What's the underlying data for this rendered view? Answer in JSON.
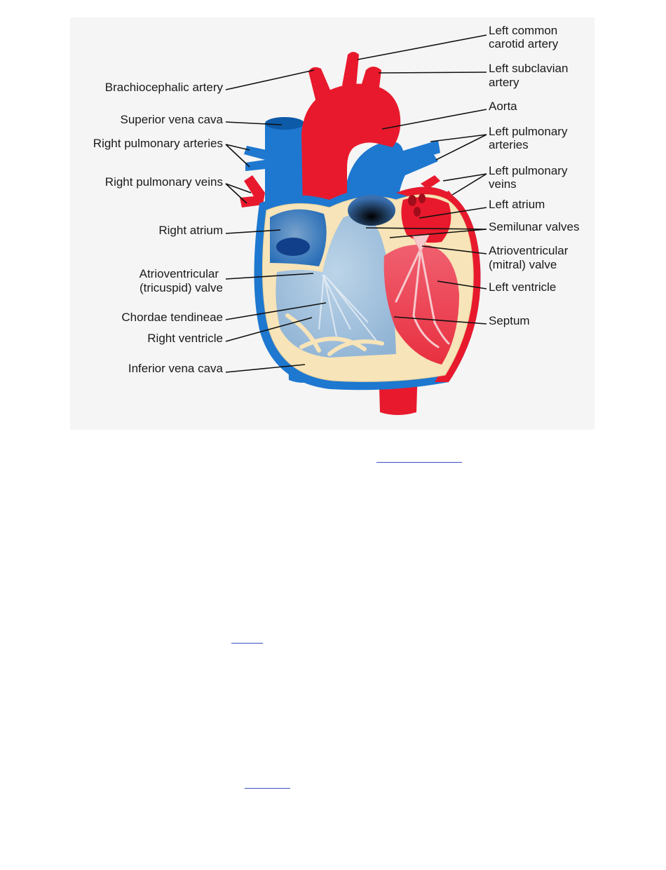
{
  "diagram": {
    "labels": {
      "brachiocephalic_artery": "Brachiocephalic artery",
      "superior_vena_cava": "Superior vena cava",
      "right_pulmonary_arteries": "Right pulmonary arteries",
      "right_pulmonary_veins": "Right pulmonary veins",
      "right_atrium": "Right atrium",
      "av_tricuspid_line1": "Atrioventricular",
      "av_tricuspid_line2": "(tricuspid) valve",
      "chordae_tendineae": "Chordae tendineae",
      "right_ventricle": "Right ventricle",
      "inferior_vena_cava": "Inferior vena cava",
      "left_common_carotid_line1": "Left common",
      "left_common_carotid_line2": "carotid artery",
      "left_subclavian_line1": "Left subclavian",
      "left_subclavian_line2": "artery",
      "aorta": "Aorta",
      "left_pulmonary_arteries_line1": "Left pulmonary",
      "left_pulmonary_arteries_line2": "arteries",
      "left_pulmonary_veins_line1": "Left pulmonary",
      "left_pulmonary_veins_line2": "veins",
      "left_atrium": "Left atrium",
      "semilunar_valves": "Semilunar valves",
      "av_mitral_line1": "Atrioventricular",
      "av_mitral_line2": "(mitral) valve",
      "left_ventricle": "Left ventricle",
      "septum": "Septum"
    },
    "colors": {
      "oxygenated": "#e8192c",
      "deoxygenated": "#1e78d0",
      "myocardium": "#f7e4b8",
      "link": "#3b4fc4"
    }
  }
}
